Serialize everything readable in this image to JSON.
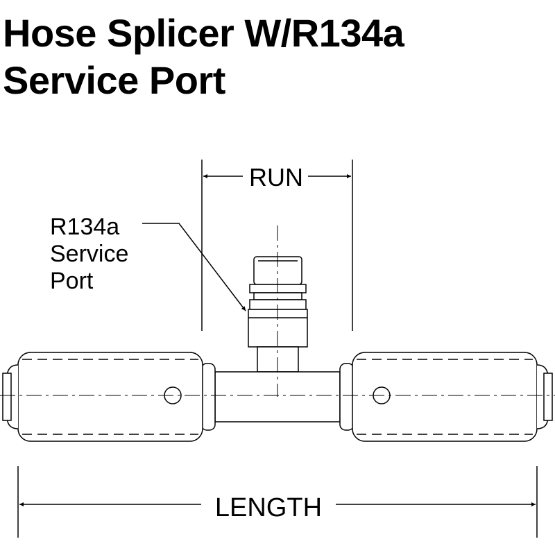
{
  "title": {
    "line1": "Hose Splicer W/R134a",
    "line2": "Service Port"
  },
  "labels": {
    "run": "RUN",
    "length": "LENGTH",
    "callout_line1": "R134a",
    "callout_line2": "Service",
    "callout_line3": "Port"
  },
  "colors": {
    "line": "#000000",
    "background": "#ffffff"
  }
}
